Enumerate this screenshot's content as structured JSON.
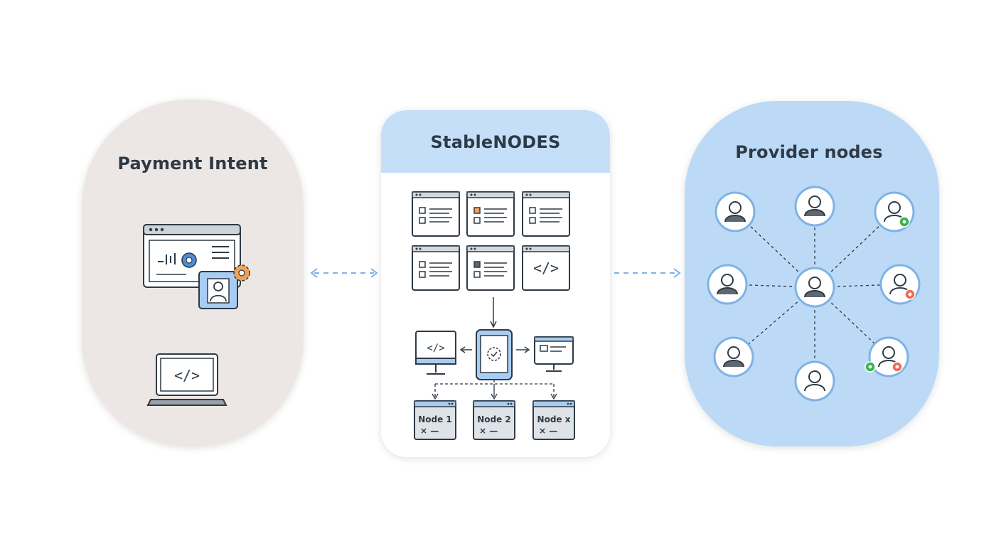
{
  "panels": {
    "left_title": "Payment Intent",
    "center_title": "StableNODES",
    "right_title": "Provider nodes"
  },
  "center": {
    "code_tag": "</>",
    "monitor_code_tag": "</>",
    "nodes": [
      "Node 1",
      "Node 2",
      "Node x"
    ],
    "node_controls": "× —"
  },
  "left": {
    "laptop_code_tag": "</>"
  },
  "colors": {
    "left_panel": "#ece7e4",
    "center_header": "#c5dff8",
    "right_panel": "#bcdaf6",
    "accent_blue": "#a9cdf2",
    "gear_orange": "#f0a25a",
    "status_green": "#34b44a",
    "status_red": "#ef6b5a"
  }
}
